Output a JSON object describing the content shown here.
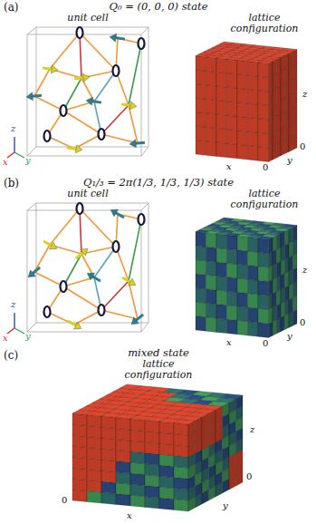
{
  "diagram": {
    "labels": [
      "(a)",
      "Q₀ = (0, 0, 0) state",
      "unit cell",
      "lattice configuration",
      "z",
      "x",
      "y",
      "z",
      "y",
      "0",
      "x",
      "0",
      "(b)",
      "Q₁/₃ = 2π(1/3, 1/3, 1/3) state",
      "unit cell",
      "lattice configuration",
      "z",
      "x",
      "y",
      "z",
      "y",
      "0",
      "x",
      "0",
      "(c)",
      "mixed state",
      "lattice configuration",
      "z",
      "0",
      "x",
      "y",
      "0"
    ]
  }
}
